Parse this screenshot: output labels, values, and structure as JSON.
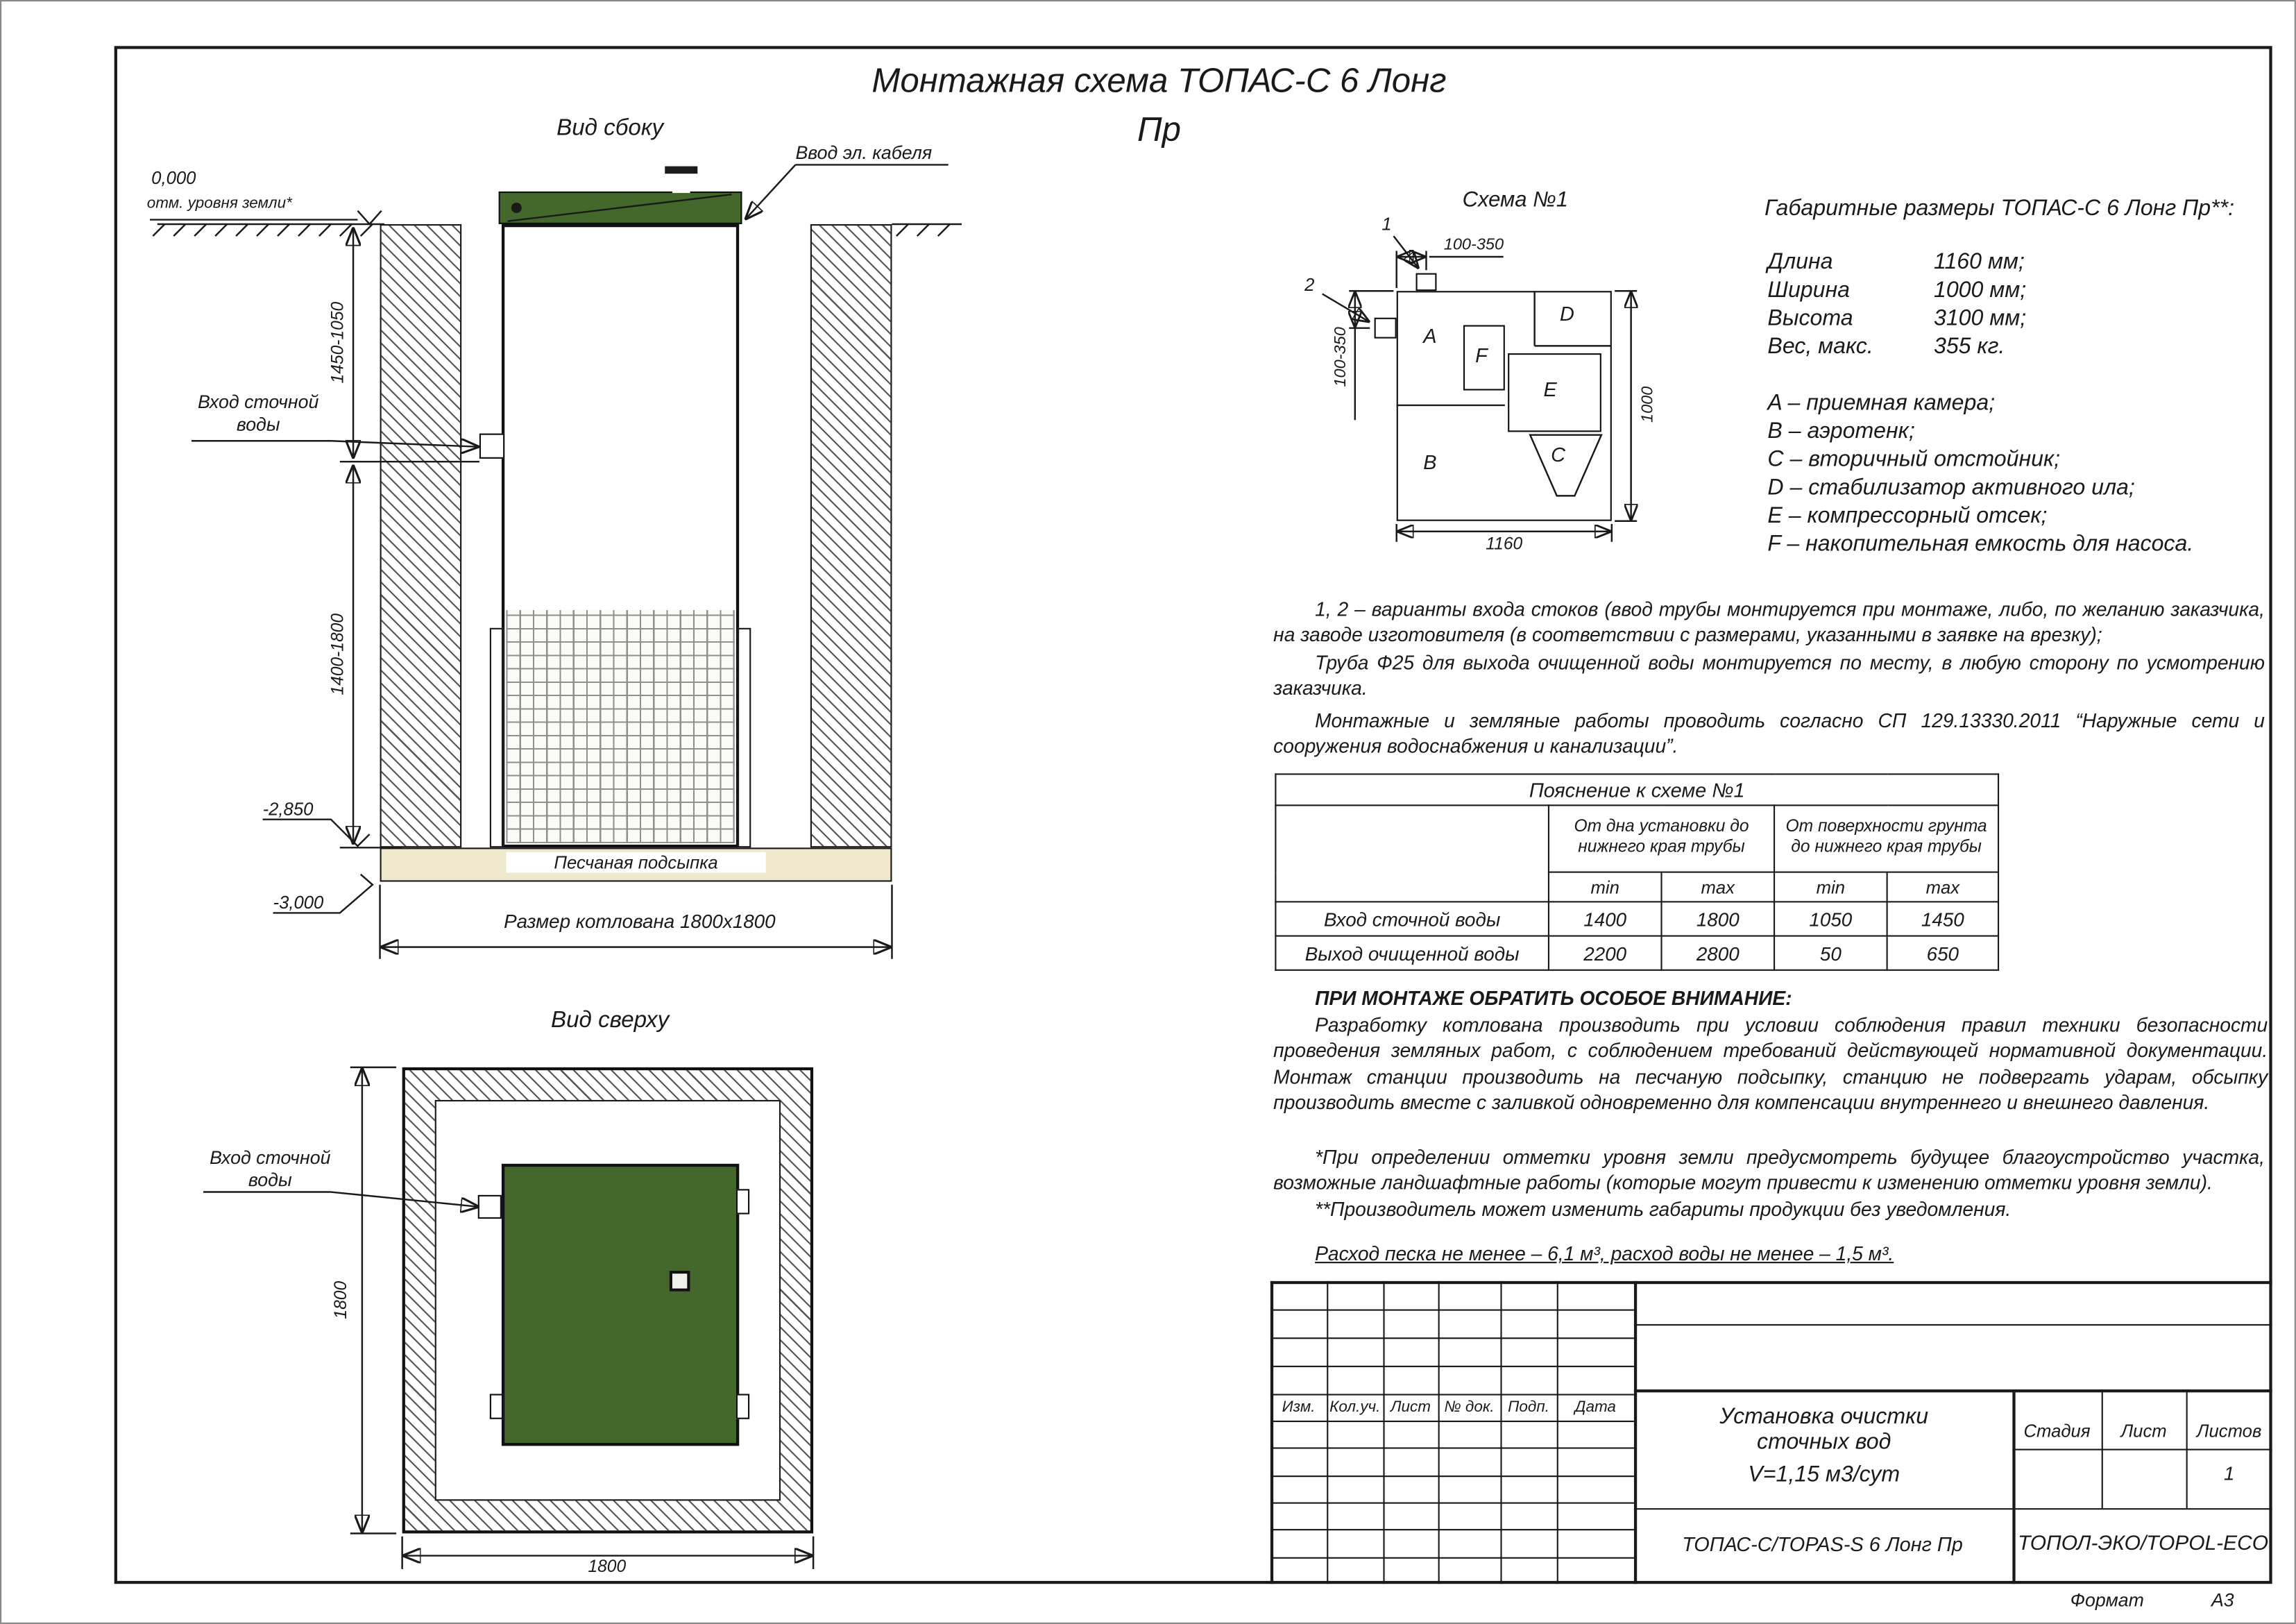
{
  "colors": {
    "tank_green": "#44682c",
    "sand_fill": "#efe8cd",
    "line": "#1a1a1a"
  },
  "title": {
    "line1": "Монтажная схема ТОПАС-С 6 Лонг",
    "line2": "Пр"
  },
  "side_view": {
    "label": "Вид сбоку",
    "cable_entry_label": "Ввод эл. кабеля",
    "ground_level_value": "0,000",
    "ground_level_note": "отм. уровня земли*",
    "inlet_label": "Вход сточной воды",
    "dim_upper": "1450-1050",
    "dim_lower": "1400-1800",
    "level_tank_bottom": "-2,850",
    "level_pit_bottom": "-3,000",
    "sand_label": "Песчаная подсыпка",
    "pit_size_label": "Размер котлована 1800x1800"
  },
  "top_view": {
    "label": "Вид сверху",
    "inlet_label": "Вход сточной воды",
    "dim_left": "1800",
    "dim_bottom": "1800"
  },
  "scheme": {
    "label": "Схема №1",
    "marker1": "1",
    "marker2": "2",
    "dim_top": "100-350",
    "dim_left": "100-350",
    "dim_right": "1000",
    "dim_bottom": "1160",
    "compartments": [
      "A",
      "B",
      "C",
      "D",
      "E",
      "F"
    ]
  },
  "overall": {
    "title": "Габаритные размеры ТОПАС-С 6 Лонг Пр**:",
    "rows": [
      {
        "label": "Длина",
        "value": "1160 мм;"
      },
      {
        "label": "Ширина",
        "value": "1000 мм;"
      },
      {
        "label": "Высота",
        "value": "3100 мм;"
      },
      {
        "label": "Вес, макс.",
        "value": "355 кг."
      }
    ],
    "legend": [
      "A – приемная камера;",
      "B – аэротенк;",
      "C – вторичный отстойник;",
      "D – стабилизатор активного ила;",
      "E – компрессорный отсек;",
      "F – накопительная емкость для насоса."
    ]
  },
  "notes": {
    "note1": "1, 2 – варианты входа  стоков (ввод трубы монтируется при монтаже, либо, по желанию заказчика, на заводе изготовителя (в соответствии с размерами, указанными в заявке на врезку);",
    "note2": "Труба Ф25 для выхода очищенной воды монтируется по месту, в любую сторону по усмотрению заказчика.",
    "note3": "Монтажные и земляные работы проводить согласно СП 129.13330.2011 “Наружные сети и сооружения водоснабжения и канализации”."
  },
  "table": {
    "title": "Пояснение к схеме №1",
    "group1": "От дна установки до нижнего края трубы",
    "group2": "От поверхности грунта до нижнего края трубы",
    "min_label": "min",
    "max_label": "max",
    "rows": [
      {
        "label": "Вход сточной воды",
        "values": [
          "1400",
          "1800",
          "1050",
          "1450"
        ]
      },
      {
        "label": "Выход очищенной воды",
        "values": [
          "2200",
          "2800",
          "50",
          "650"
        ]
      }
    ]
  },
  "warnings": {
    "heading": "ПРИ МОНТАЖЕ ОБРАТИТЬ ОСОБОЕ ВНИМАНИЕ:",
    "body": "Разработку котлована производить при условии соблюдения правил техники безопасности проведения земляных работ, с соблюдением требований действующей нормативной документации. Монтаж станции производить на песчаную подсыпку, станцию не подвергать ударам, обсыпку производить вместе с заливкой одновременно для компенсации внутреннего и внешнего давления.",
    "footnote1": "*При определении отметки уровня земли предусмотреть будущее благоустройство участка, возможные ландшафтные работы (которые могут привести к изменению отметки уровня земли).",
    "footnote2": "**Производитель может изменить габариты продукции без уведомления.",
    "consumption": "Расход песка не менее – 6,1 м³, расход воды не менее – 1,5 м³."
  },
  "title_block": {
    "headers": [
      "Изм.",
      "Кол.уч.",
      "Лист",
      "№ док.",
      "Подп.",
      "Дата"
    ],
    "project_name": "Установка очистки сточных вод",
    "project_capacity": "V=1,15 м3/сут",
    "stage_label": "Стадия",
    "sheet_label": "Лист",
    "sheets_label": "Листов",
    "sheets_value": "1",
    "model": "ТОПАС-С/TOPAS-S 6 Лонг Пр",
    "company": "ТОПОЛ-ЭКО/TOPOL-ECO"
  },
  "footer": {
    "format_label": "Формат",
    "format_value": "А3"
  }
}
